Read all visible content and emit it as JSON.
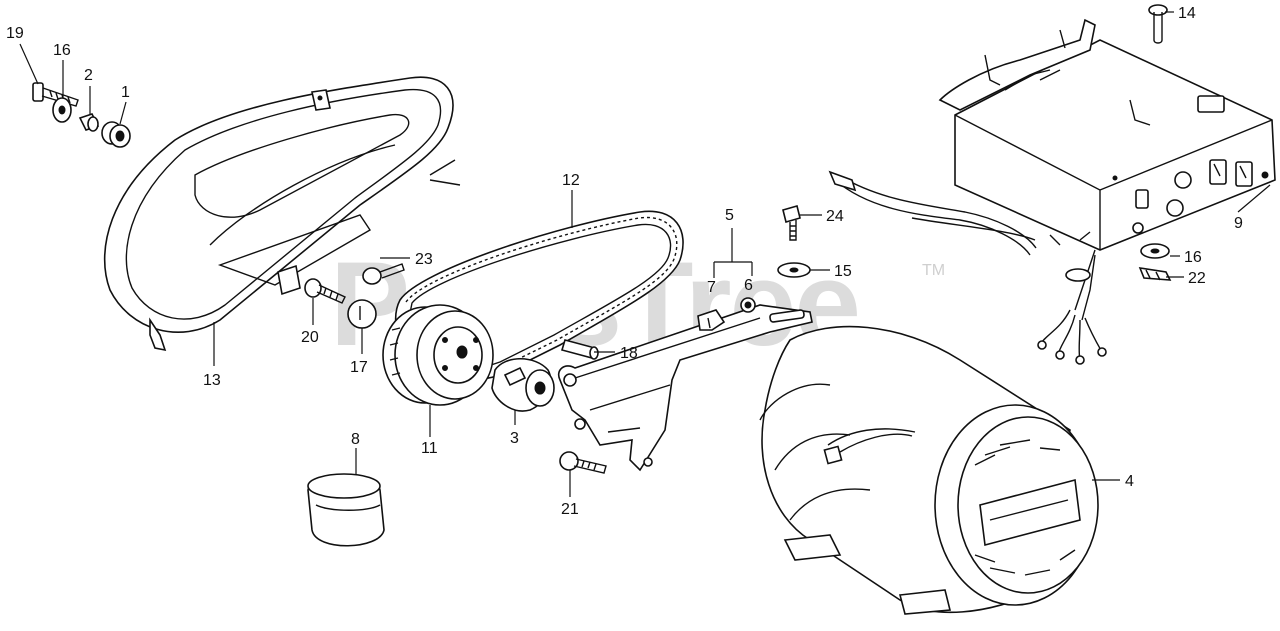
{
  "watermark": {
    "text": "PartsTree",
    "trademark": "TM"
  },
  "callouts": [
    {
      "id": "c19",
      "label": "19"
    },
    {
      "id": "c16a",
      "label": "16"
    },
    {
      "id": "c2",
      "label": "2"
    },
    {
      "id": "c1",
      "label": "1"
    },
    {
      "id": "c12",
      "label": "12"
    },
    {
      "id": "c5",
      "label": "5"
    },
    {
      "id": "c7",
      "label": "7"
    },
    {
      "id": "c6",
      "label": "6"
    },
    {
      "id": "c24",
      "label": "24"
    },
    {
      "id": "c15",
      "label": "15"
    },
    {
      "id": "c14",
      "label": "14"
    },
    {
      "id": "c9",
      "label": "9"
    },
    {
      "id": "c16b",
      "label": "16"
    },
    {
      "id": "c22",
      "label": "22"
    },
    {
      "id": "c23",
      "label": "23"
    },
    {
      "id": "c20",
      "label": "20"
    },
    {
      "id": "c17",
      "label": "17"
    },
    {
      "id": "c13",
      "label": "13"
    },
    {
      "id": "c18",
      "label": "18"
    },
    {
      "id": "c11",
      "label": "11"
    },
    {
      "id": "c3",
      "label": "3"
    },
    {
      "id": "c8",
      "label": "8"
    },
    {
      "id": "c21",
      "label": "21"
    },
    {
      "id": "c4",
      "label": "4"
    }
  ],
  "colors": {
    "ink": "#111111",
    "watermark": "#dcdcdc",
    "background": "#ffffff"
  }
}
